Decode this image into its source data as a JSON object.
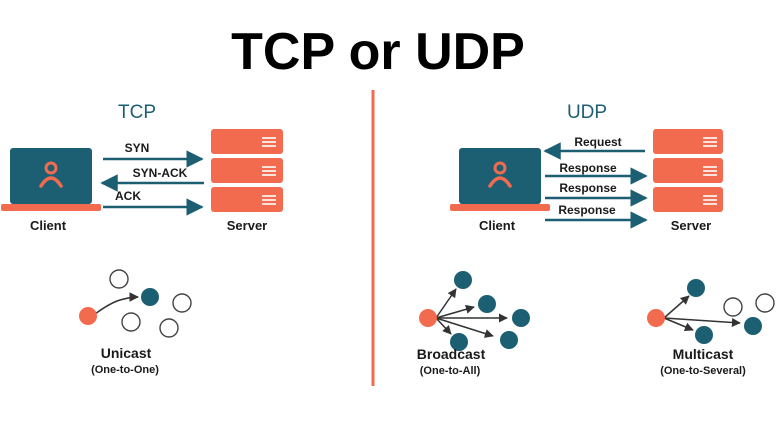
{
  "title": "TCP or UDP",
  "colors": {
    "accent": "#f26b4f",
    "teal": "#1d5f72",
    "laptop": "#1d5f72",
    "server": "#f26b4f",
    "divider": "#f26b4f",
    "text": "#1a1a1a"
  },
  "tcp": {
    "heading": "TCP",
    "client_label": "Client",
    "server_label": "Server",
    "client_icon": "laptop-user-icon",
    "server_icon": "server-stack-icon",
    "messages": [
      {
        "text": "SYN",
        "direction": "to-server"
      },
      {
        "text": "SYN-ACK",
        "direction": "to-client"
      },
      {
        "text": "ACK",
        "direction": "to-server"
      }
    ],
    "mode": {
      "name": "Unicast",
      "sub": "(One-to-One)"
    }
  },
  "udp": {
    "heading": "UDP",
    "client_label": "Client",
    "server_label": "Server",
    "client_icon": "laptop-user-icon",
    "server_icon": "server-stack-icon",
    "messages": [
      {
        "text": "Request",
        "direction": "to-client"
      },
      {
        "text": "Response",
        "direction": "to-server"
      },
      {
        "text": "Response",
        "direction": "to-server"
      },
      {
        "text": "Response",
        "direction": "to-server"
      }
    ],
    "modes": [
      {
        "name": "Broadcast",
        "sub": "(One-to-All)"
      },
      {
        "name": "Multicast",
        "sub": "(One-to-Several)"
      }
    ]
  }
}
